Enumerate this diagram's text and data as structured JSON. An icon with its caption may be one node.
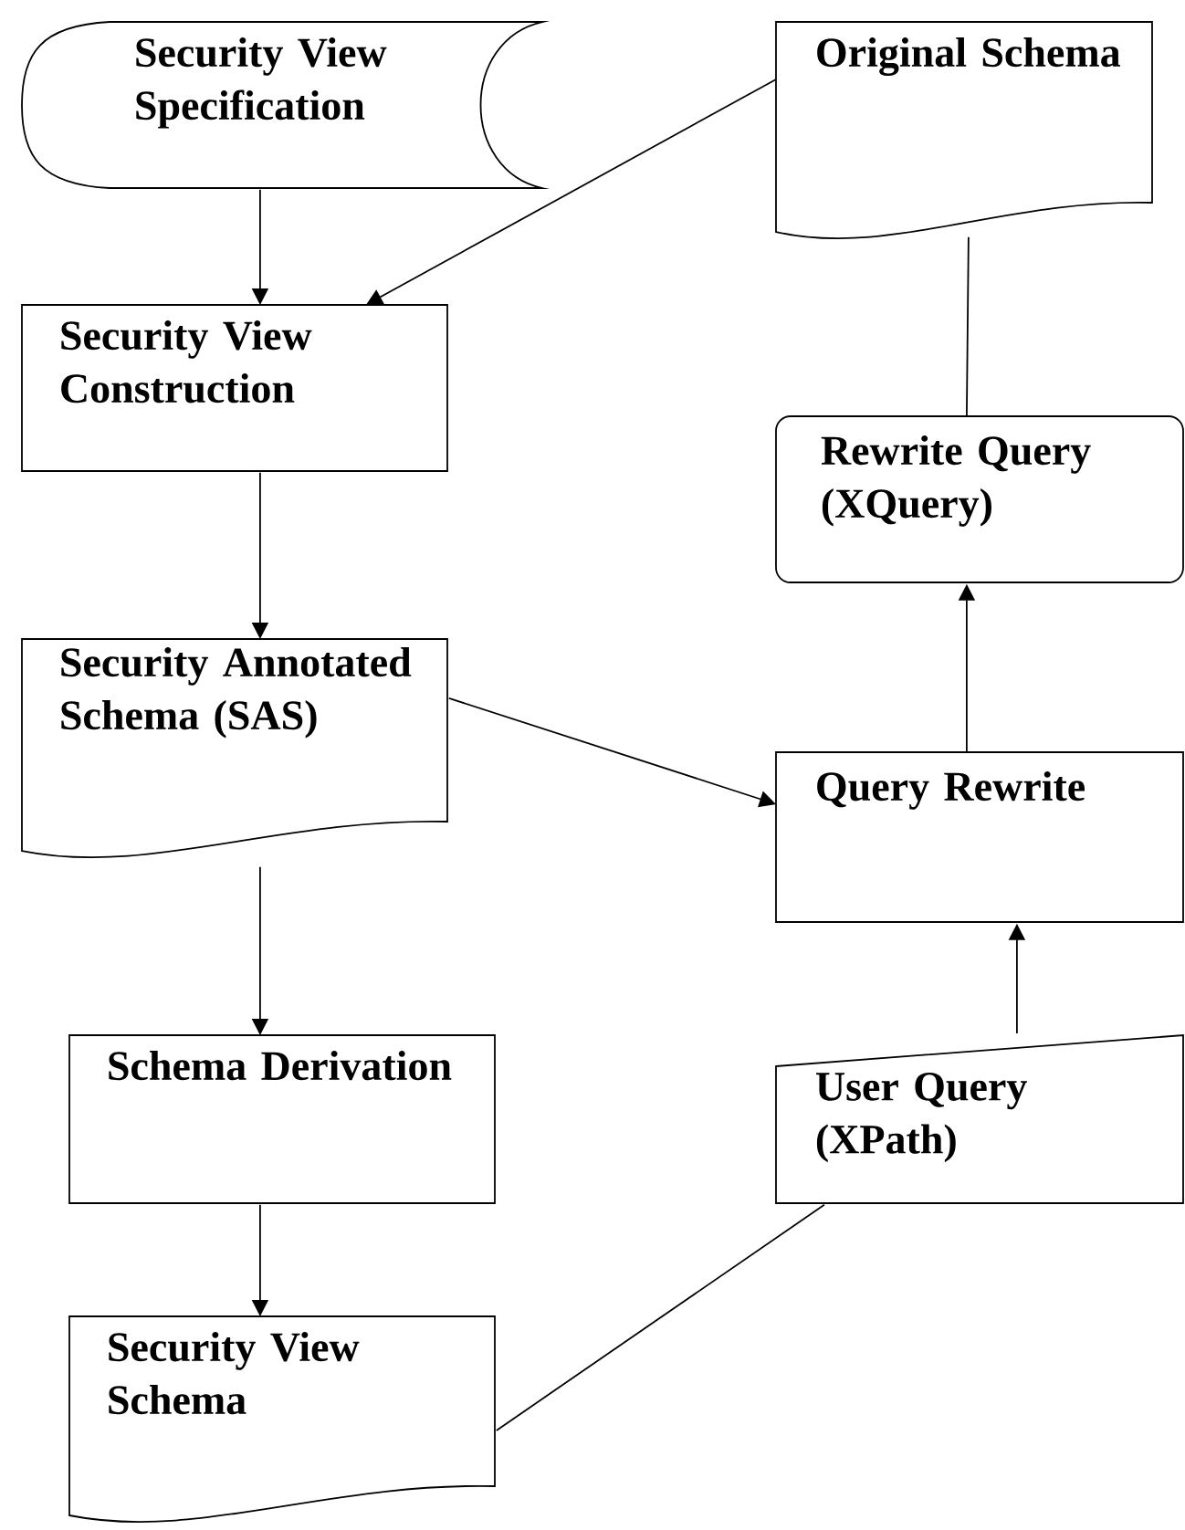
{
  "diagram": {
    "nodes": [
      {
        "text": [
          "Security View Specification"
        ]
      },
      {
        "text": [
          "Original Schema"
        ]
      },
      {
        "text": [
          "Security View Construction"
        ]
      },
      {
        "text": [
          "Rewrite Query (XQuery)"
        ]
      },
      {
        "text": [
          "Security Annotated Schema (SAS)"
        ]
      },
      {
        "text": [
          "Query Rewrite"
        ]
      },
      {
        "text": [
          "Schema Derivation"
        ]
      },
      {
        "text": [
          "User Query (XPath)"
        ]
      },
      {
        "text": [
          "Security View Schema"
        ]
      }
    ],
    "edges": [
      {
        "from": 0,
        "to": 2,
        "arrow": "to"
      },
      {
        "from": 1,
        "to": 2,
        "arrow": "to"
      },
      {
        "from": 1,
        "to": 3,
        "arrow": "none"
      },
      {
        "from": 2,
        "to": 4,
        "arrow": "to"
      },
      {
        "from": 4,
        "to": 5,
        "arrow": "to"
      },
      {
        "from": 5,
        "to": 3,
        "arrow": "to"
      },
      {
        "from": 4,
        "to": 6,
        "arrow": "to"
      },
      {
        "from": 6,
        "to": 8,
        "arrow": "to"
      },
      {
        "from": 7,
        "to": 5,
        "arrow": "to"
      },
      {
        "from": 8,
        "to": 7,
        "arrow": "none"
      }
    ]
  }
}
